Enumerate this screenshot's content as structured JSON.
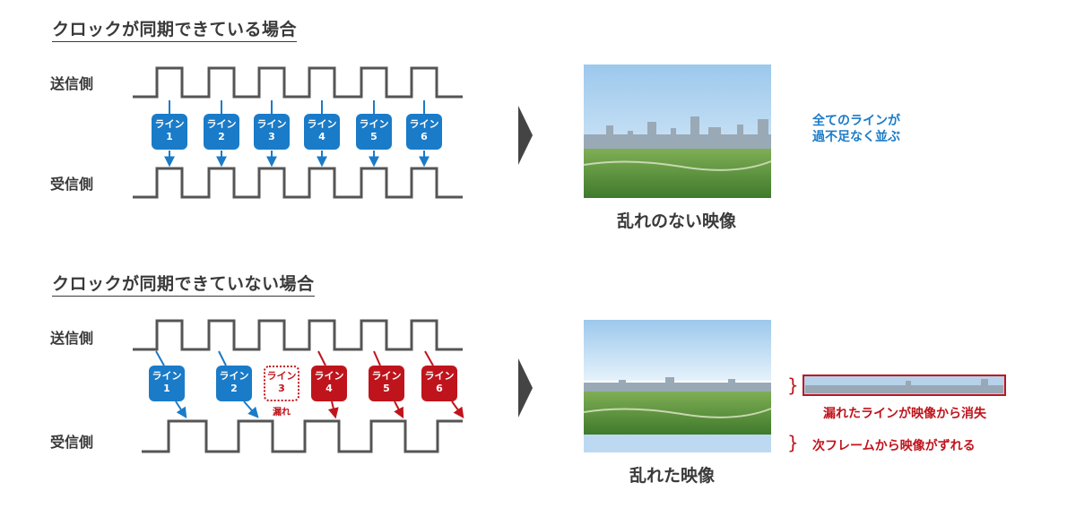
{
  "synced": {
    "heading": "クロックが同期できている場合",
    "sender_label": "送信側",
    "receiver_label": "受信側",
    "lines": [
      {
        "text": "ライン",
        "num": "1"
      },
      {
        "text": "ライン",
        "num": "2"
      },
      {
        "text": "ライン",
        "num": "3"
      },
      {
        "text": "ライン",
        "num": "4"
      },
      {
        "text": "ライン",
        "num": "5"
      },
      {
        "text": "ライン",
        "num": "6"
      }
    ],
    "result_caption": "乱れのない映像",
    "note_line1": "全てのラインが",
    "note_line2": "過不足なく並ぶ"
  },
  "unsynced": {
    "heading": "クロックが同期できていない場合",
    "sender_label": "送信側",
    "receiver_label": "受信側",
    "lines": [
      {
        "text": "ライン",
        "num": "1",
        "state": "ok"
      },
      {
        "text": "ライン",
        "num": "2",
        "state": "ok"
      },
      {
        "text": "ライン",
        "num": "3",
        "state": "missing"
      },
      {
        "text": "ライン",
        "num": "4",
        "state": "shifted"
      },
      {
        "text": "ライン",
        "num": "5",
        "state": "shifted"
      },
      {
        "text": "ライン",
        "num": "6",
        "state": "shifted"
      }
    ],
    "missing_tag": "漏れ",
    "result_caption": "乱れた映像",
    "note_missing": "漏れたラインが映像から消失",
    "note_shift": "次フレームから映像がずれる"
  },
  "colors": {
    "ok_blue": "#1a7bc8",
    "error_red": "#c0141c",
    "signal_gray": "#555555",
    "arrow_gray": "#444444"
  }
}
